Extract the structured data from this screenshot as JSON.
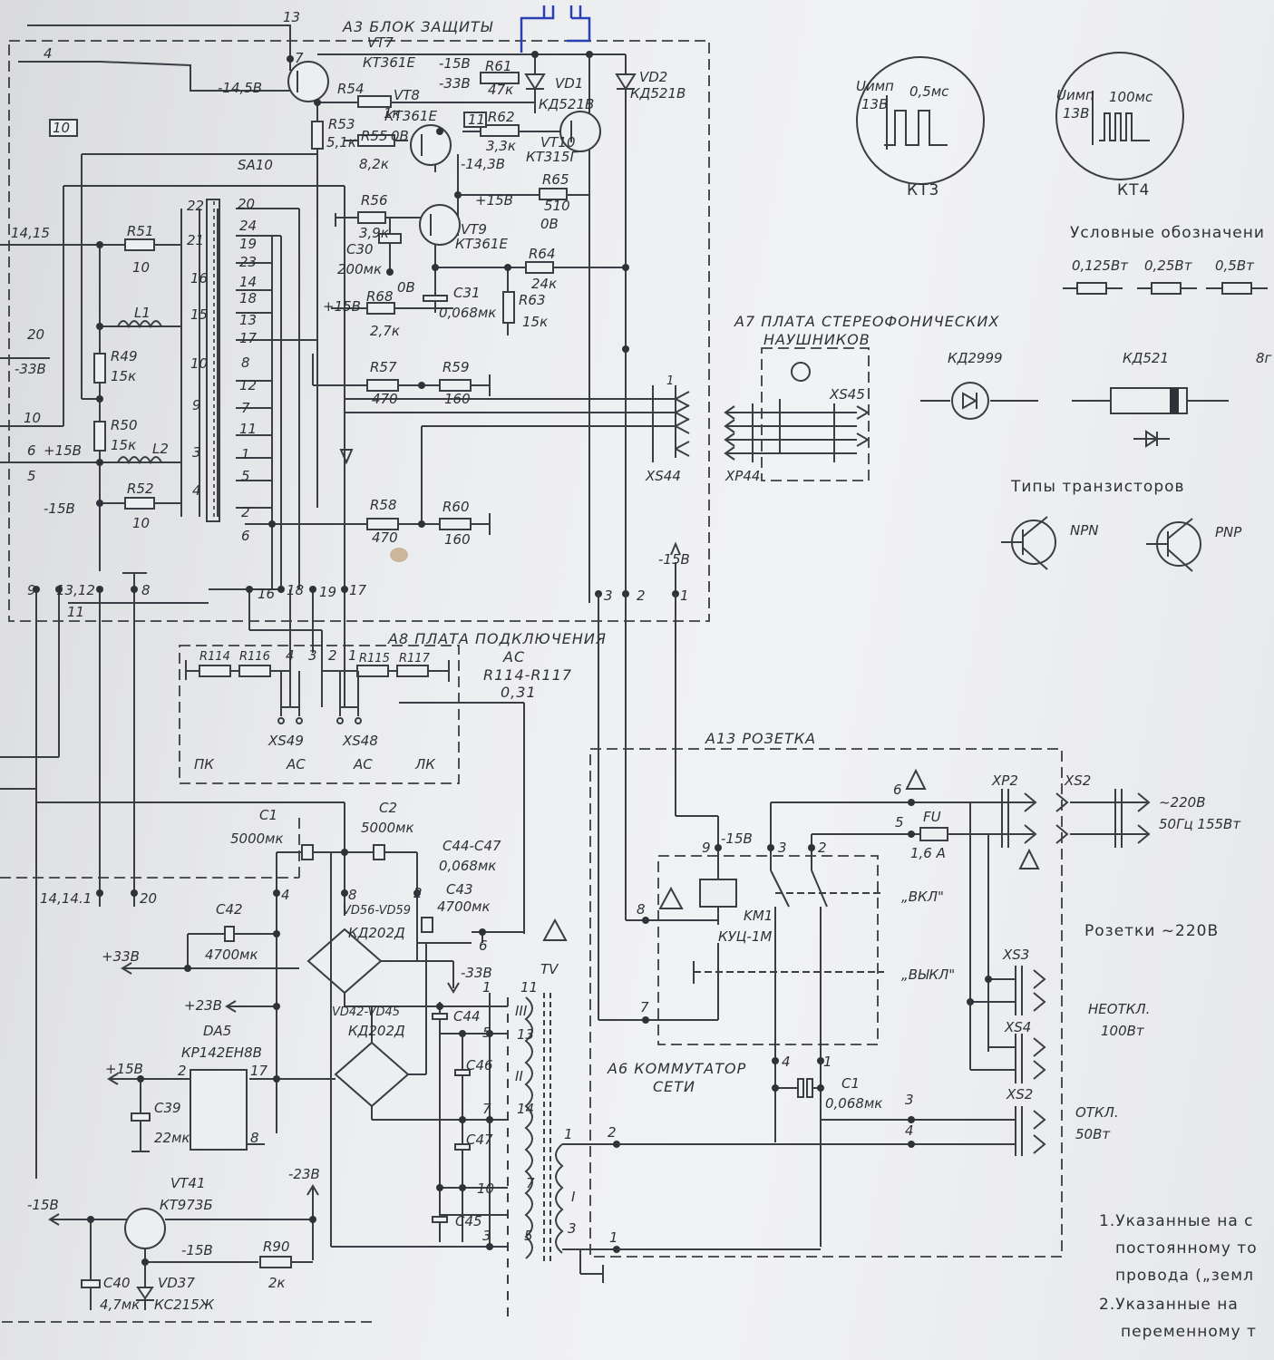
{
  "blocks": {
    "a3": "А3 БЛОК ЗАЩИТЫ",
    "a7_l1": "А7 ПЛАТА СТЕРЕОФОНИЧЕСКИХ",
    "a7_l2": "НАУШНИКОВ",
    "a8_l1": "А8 ПЛАТА ПОДКЛЮЧЕНИЯ",
    "a8_l2": "АС",
    "a8_l3": "R114-R117",
    "a8_l4": "0,31",
    "a13": "А13 РОЗЕТКА",
    "a6_l1": "А6 КОММУТАТОР",
    "a6_l2": "СЕТИ"
  },
  "a3": {
    "vt7": "VT7",
    "vt7t": "КТ361Е",
    "vt8": "VT8",
    "vt8t": "КТ361Е",
    "vt9": "VT9",
    "vt9t": "КТ361Е",
    "vt10": "VT10",
    "vt10t": "КТ315Г",
    "vd1": "VD1",
    "vd1t": "КД521В",
    "vd2": "VD2",
    "vd2t": "КД521В",
    "r61": "R61",
    "r61v": "47к",
    "r62": "R62",
    "r62v": "3,3к",
    "r65": "R65",
    "r65v": "510",
    "r64": "R64",
    "r64v": "24к",
    "r63": "R63",
    "r63v": "15к",
    "r54": "R54",
    "r54v": "1к",
    "r53": "R53",
    "r53v": "5,1к",
    "r55": "R55",
    "r55v": "8,2к",
    "r56": "R56",
    "r56v": "3,9к",
    "c30": "C30",
    "c30v": "200мк",
    "c31": "C31",
    "c31v": "0,068мк",
    "r68": "R68",
    "r68v": "2,7к",
    "r57": "R57",
    "r57v": "470",
    "r59": "R59",
    "r59v": "160",
    "r58": "R58",
    "r58v": "470",
    "r60": "R60",
    "r60v": "160",
    "r51": "R51",
    "r51v": "10",
    "l1": "L1",
    "r49": "R49",
    "r49v": "15к",
    "r50": "R50",
    "r50v": "15к",
    "l2": "L2",
    "r52": "R52",
    "r52v": "10",
    "sa10": "SA10",
    "v_m145": "-14,5В",
    "v_m143": "-14,3В",
    "v_m15": "-15В",
    "v_m33": "-33В",
    "v_p15": "+15В",
    "v_0": "0В",
    "n13": "13",
    "n7": "7",
    "n4": "4",
    "n10": "10",
    "n11": "11",
    "n1415": "14,15",
    "n20": "20",
    "nm33": "-33В",
    "n10b": "10",
    "n6": "6",
    "np15": "+15В",
    "n5": "5",
    "nm15": "-15В",
    "pins": [
      "9",
      "13,12",
      "8",
      "16",
      "18",
      "19",
      "17",
      "11"
    ],
    "right_pins": [
      "3",
      "2",
      "1"
    ],
    "xs44": "XS44",
    "xp44": "XP44",
    "xs45": "XS45",
    "sw_left": [
      "22",
      "21",
      "16",
      "15",
      "10",
      "9",
      "3",
      "4"
    ],
    "sw_right": [
      "20",
      "24",
      "19",
      "23",
      "14",
      "18",
      "13",
      "17",
      "8",
      "12",
      "7",
      "11",
      "1",
      "5",
      "2",
      "6"
    ]
  },
  "a8": {
    "r114": "R114",
    "r116": "R116",
    "r115": "R115",
    "r117": "R117",
    "xs49": "XS49",
    "xs48": "XS48",
    "pk": "ПК",
    "as1": "АС",
    "as2": "АС",
    "lk": "ЛК",
    "pins": [
      "4",
      "3",
      "2",
      "1"
    ]
  },
  "kt": {
    "kt3": "КТ3",
    "kt4": "КТ4",
    "uimp": "Uимп",
    "u13": "13В",
    "t1": "0,5мс",
    "t2": "100мс"
  },
  "legend": {
    "title": "Условные обозначени",
    "r1": "0,125Вт",
    "r2": "0,25Вт",
    "r3": "0,5Вт",
    "d1": "КД2999",
    "d2": "КД521",
    "types": "Типы транзисторов",
    "npn": "NPN",
    "pnp": "PNP",
    "edge": "8г"
  },
  "psu": {
    "c1": "C1",
    "c1v": "5000мк",
    "c2": "C2",
    "c2v": "5000мк",
    "c44": "C44-C47",
    "c44v": "0,068мк",
    "c43": "C43",
    "c43v": "4700мк",
    "c42": "C42",
    "c42v": "4700мк",
    "vd56": "VD56-VD59",
    "vd56t": "КД202Д",
    "vd42": "VD42-VD45",
    "vd42t": "КД202Д",
    "da5": "DA5",
    "da5t": "КР142ЕН8В",
    "c39": "C39",
    "c39v": "22мк",
    "vt41": "VT41",
    "vt41t": "КТ973Б",
    "r90": "R90",
    "r90v": "2к",
    "c40": "C40",
    "c40v": "4,7мк",
    "vd37": "VD37",
    "vd37t": "КС215Ж",
    "p33": "+33В",
    "p23": "+23В",
    "p15": "+15В",
    "m33": "-33В",
    "m23": "-23В",
    "m15": "-15В",
    "m15b": "-15В",
    "n141": "14,14.1",
    "n20": "20",
    "n4": "4",
    "n8": "8",
    "n2": "2",
    "n6": "6",
    "n2da": "2",
    "n17": "17",
    "n8da": "8",
    "tv": "TV",
    "c44l": "C44",
    "c46": "C46",
    "c47": "C47",
    "c45": "C45",
    "tpins": [
      "1",
      "5",
      "7",
      "10",
      "3"
    ],
    "tnums": [
      "11",
      "13",
      "14",
      "7",
      "5"
    ],
    "tleft": [
      "I",
      "II",
      "III"
    ],
    "tprim": [
      "1",
      "2",
      "3",
      "1"
    ]
  },
  "a13": {
    "m15": "-15В",
    "p9": "9",
    "p3": "3",
    "p2": "2",
    "p6": "6",
    "p5": "5",
    "fu": "FU",
    "fuv": "1,6 А",
    "xp2": "XP2",
    "xs2": "XS2",
    "mains1": "~220В",
    "mains2": "50Гц 155Вт",
    "on": "„ВКЛ\"",
    "off": "„ВЫКЛ\"",
    "km1": "KM1",
    "km1t": "КУЦ-1М",
    "p8": "8",
    "p7": "7",
    "p4": "4",
    "p1": "1",
    "c1": "C1",
    "c1v": "0,068мк",
    "sockets": "Розетки ~220В",
    "xs3": "XS3",
    "xs4": "XS4",
    "xs2b": "XS2",
    "neot1": "НЕОТКЛ.",
    "neot2": "100Вт",
    "otkl1": "ОТКЛ.",
    "otkl2": "50Вт",
    "p3b": "3",
    "p4b": "4"
  },
  "notes": {
    "n1a": "1.Указанные на с",
    "n1b": "постоянному то",
    "n1c": "провода („земл",
    "n2a": "2.Указанные на",
    "n2b": "переменному т"
  },
  "colors": {
    "ink": "#3a3d44",
    "paper": "#eceef0",
    "pen": "#2a3fb5",
    "stain": "#b58a5a"
  }
}
